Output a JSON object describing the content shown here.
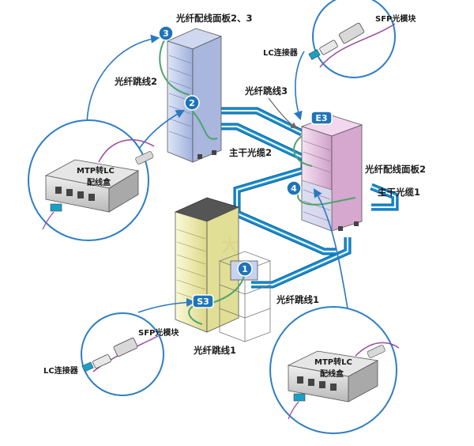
{
  "labels": {
    "panel23": "光纤配线面板2、3",
    "sfp_top": "SFP光模块",
    "lc_top": "LC连接器",
    "patch2": "光纤跳线2",
    "patch3": "光纤跳线3",
    "trunk2": "主干光缆2",
    "panel2": "光纤配线面板2",
    "trunk1": "主干光缆1",
    "mtp_left_line1": "MTP转LC",
    "mtp_left_line2": "配线盒",
    "patch1_right": "光纤跳线1",
    "sfp_bottom": "SFP光模块",
    "patch1_bottom": "光纤跳线1",
    "lc_bottom": "LC连接器",
    "mtp_right_line1": "MTP转LC",
    "mtp_right_line2": "配线盒",
    "watermark": "大"
  },
  "badges": {
    "b1": "1",
    "b2": "2",
    "b3": "3",
    "b4": "4",
    "e3": "E3",
    "s3": "S3"
  },
  "colors": {
    "trunk_blue": "#1a8fd1",
    "trunk_white": "#ffffff",
    "trunk_border": "#0b5f91",
    "patch_green": "#4fa36b",
    "arrow_blue": "#2b78c2",
    "badge_blue": "#1f74b8",
    "rack_blue": "#b9c6e8",
    "rack_pink": "#e7bfe0",
    "rack_yellow": "#f1efb3",
    "circle_border": "#2f7ec4"
  }
}
